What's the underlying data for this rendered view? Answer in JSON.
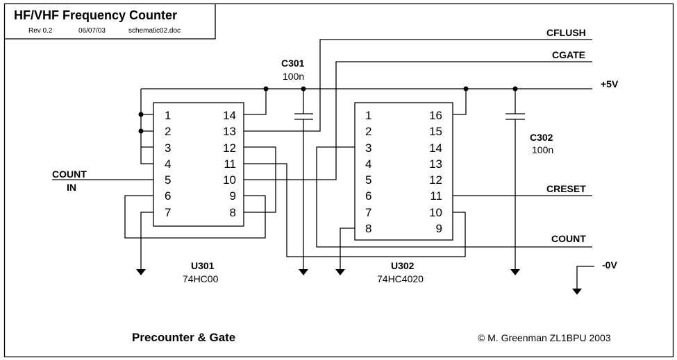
{
  "title_block": {
    "title": "HF/VHF Frequency Counter",
    "rev": "Rev 0.2",
    "date": "06/07/03",
    "file": "schematic02.doc"
  },
  "signals": {
    "cflush": "CFLUSH",
    "cgate": "CGATE",
    "vplus": "+5V",
    "creset": "CRESET",
    "count": "COUNT",
    "vzero": "-0V",
    "count_in_1": "COUNT",
    "count_in_2": "IN"
  },
  "components": {
    "c301": {
      "ref": "C301",
      "value": "100n"
    },
    "c302": {
      "ref": "C302",
      "value": "100n"
    },
    "u301": {
      "ref": "U301",
      "part": "74HC00",
      "left_pins": [
        "1",
        "2",
        "3",
        "4",
        "5",
        "6",
        "7"
      ],
      "right_pins": [
        "14",
        "13",
        "12",
        "11",
        "10",
        "9",
        "8"
      ]
    },
    "u302": {
      "ref": "U302",
      "part": "74HC4020",
      "left_pins": [
        "1",
        "2",
        "3",
        "4",
        "5",
        "6",
        "7",
        "8"
      ],
      "right_pins": [
        "16",
        "15",
        "14",
        "13",
        "12",
        "11",
        "10",
        "9"
      ]
    }
  },
  "footer": {
    "caption": "Precounter & Gate",
    "copyright": "© M. Greenman ZL1BPU 2003"
  }
}
